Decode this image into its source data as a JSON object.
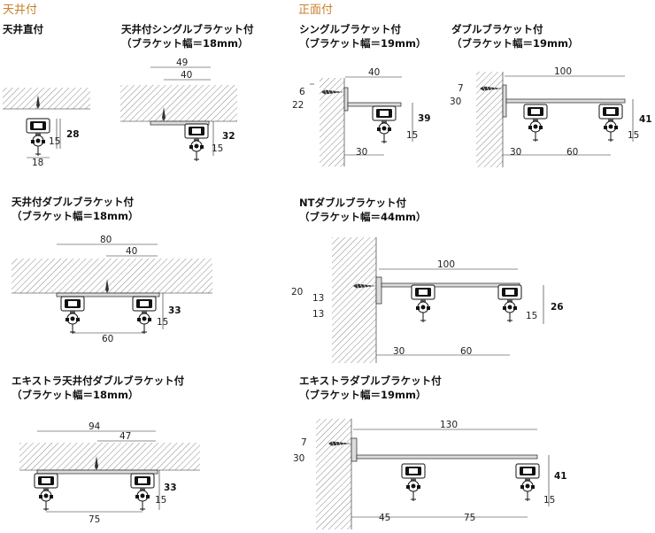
{
  "sections": {
    "ceiling": "天井付",
    "front": "正面付"
  },
  "headings": {
    "d1": "天井直付",
    "d2": [
      "天井付シングルブラケット付",
      "（ブラケット幅＝18mm）"
    ],
    "d3": [
      "天井付ダブルブラケット付",
      "（ブラケット幅＝18mm）"
    ],
    "d4": [
      "エキストラ天井付ダブルブラケット付",
      "（ブラケット幅＝18mm）"
    ],
    "d5": [
      "シングルブラケット付",
      "（ブラケット幅＝19mm）"
    ],
    "d6": [
      "ダブルブラケット付",
      "（ブラケット幅＝19mm）"
    ],
    "d7": [
      "NTダブルブラケット付",
      "（ブラケット幅＝44mm）"
    ],
    "d8": [
      "エキストラダブルブラケット付",
      "（ブラケット幅＝19mm）"
    ]
  },
  "dims": {
    "d1": {
      "height": "28",
      "inner": "15",
      "width": "18"
    },
    "d2": {
      "top": "49",
      "mid": "40",
      "height": "32",
      "inner": "15"
    },
    "d3": {
      "top": "80",
      "mid": "40",
      "height": "33",
      "inner": "15",
      "span": "60"
    },
    "d4": {
      "top": "94",
      "mid": "47",
      "height": "33",
      "inner": "15",
      "span": "75"
    },
    "d5": {
      "top": "40",
      "a": "6",
      "b": "22",
      "height": "39",
      "inner": "15",
      "offset": "30"
    },
    "d6": {
      "top": "100",
      "a": "7",
      "b": "30",
      "height": "41",
      "inner": "15",
      "offset": "30",
      "span": "60"
    },
    "d7": {
      "top": "100",
      "a": "20",
      "b": "13",
      "c": "13",
      "height": "26",
      "inner": "15",
      "offset": "30",
      "span": "60"
    },
    "d8": {
      "top": "130",
      "a": "7",
      "b": "30",
      "height": "41",
      "inner": "15",
      "offset": "45",
      "span": "75"
    }
  }
}
